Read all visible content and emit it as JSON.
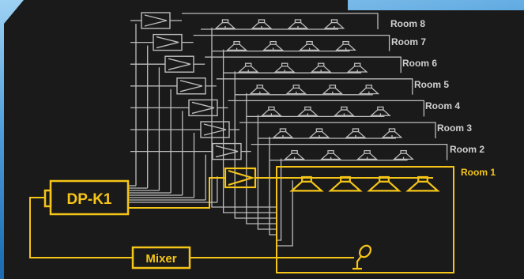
{
  "diagram": {
    "colors": {
      "panel": "#1a1a1a",
      "wire": "#bcbcbc",
      "active": "#f5c518",
      "background": "#3d8fd3"
    },
    "processor": {
      "label": "DP-K1"
    },
    "mixer": {
      "label": "Mixer"
    },
    "rooms": [
      {
        "label": "Room 1",
        "active": true
      },
      {
        "label": "Room 2",
        "active": false
      },
      {
        "label": "Room 3",
        "active": false
      },
      {
        "label": "Room 4",
        "active": false
      },
      {
        "label": "Room 5",
        "active": false
      },
      {
        "label": "Room 6",
        "active": false
      },
      {
        "label": "Room 7",
        "active": false
      },
      {
        "label": "Room 8",
        "active": false
      }
    ],
    "speakers_per_room": 4,
    "microphone": {
      "icon": "microphone-icon",
      "room": "Room 1"
    },
    "amplifier_icon": "amplifier-icon",
    "speaker_icon": "speaker-icon"
  }
}
